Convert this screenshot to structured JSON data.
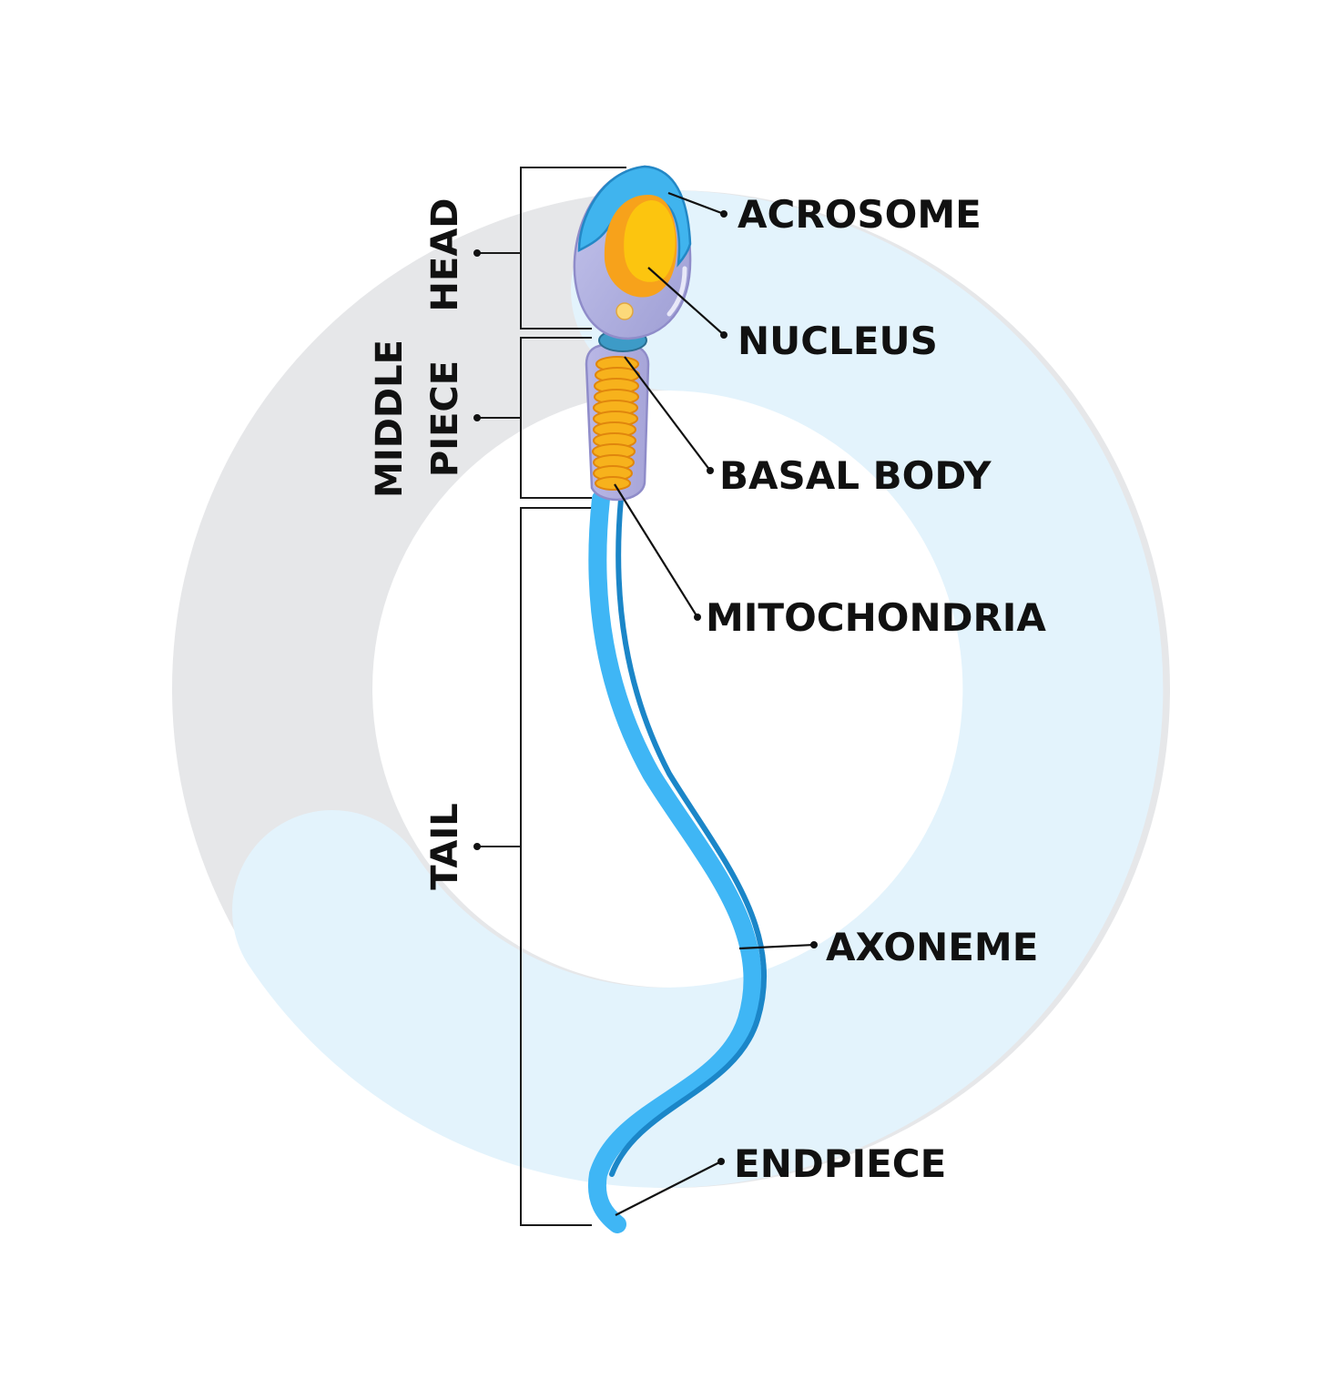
{
  "labels": {
    "acrosome": "ACROSOME",
    "nucleus": "NUCLEUS",
    "basal_body": "BASAL BODY",
    "mitochondria": "MITOCHONDRIA",
    "axoneme": "AXONEME",
    "endpiece": "ENDPIECE"
  },
  "sections": {
    "head": "HEAD",
    "middle_piece_line1": "MIDDLE",
    "middle_piece_line2": "PIECE",
    "tail": "TAIL"
  },
  "colors": {
    "background_ring_gray": "#e6e7e9",
    "background_ring_blue": "#e3f3fc",
    "tail_blue": "#3fb6f5",
    "tail_dark_blue": "#1b86c8",
    "acrosome_blue": "#40b4ee",
    "head_membrane": "#b3b3e0",
    "nucleus_orange": "#f7a21b",
    "nucleus_yellow": "#fcc50f",
    "mitochondria_orange": "#f7b21c"
  }
}
